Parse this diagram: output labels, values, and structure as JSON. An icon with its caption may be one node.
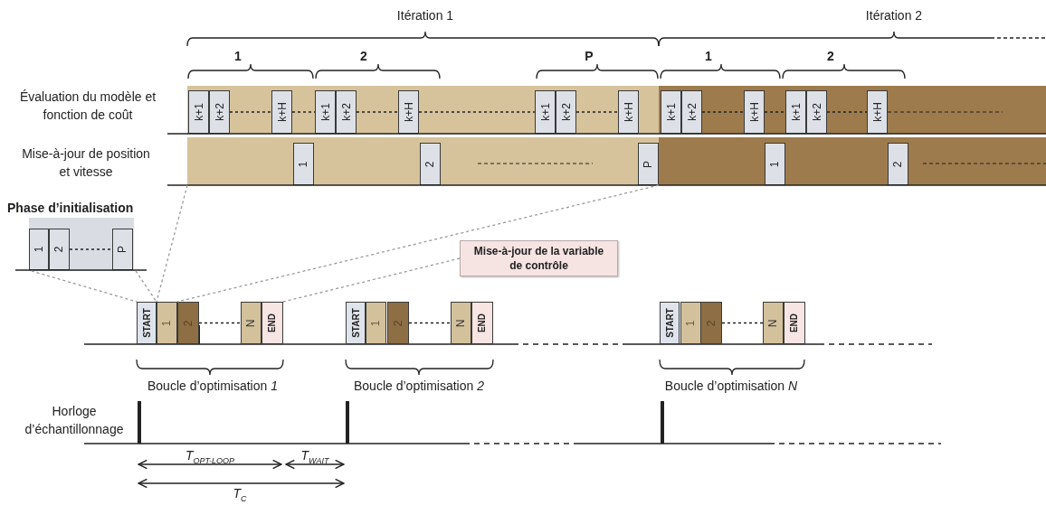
{
  "diagram": {
    "nodes": [
      {
        "text": [],
        "shape": "bar"
      },
      {
        "text": [
          "k+1"
        ],
        "in": 0
      },
      {
        "text": [
          "k+2"
        ],
        "in": 0
      },
      {
        "text": [
          "k+H"
        ],
        "in": 0
      },
      {
        "text": [
          "k+1"
        ],
        "in": 0
      },
      {
        "text": [
          "k+2"
        ],
        "in": 0
      },
      {
        "text": [
          "k+H"
        ],
        "in": 0
      },
      {
        "text": [
          "k+1"
        ],
        "in": 0
      },
      {
        "text": [
          "k+2"
        ],
        "in": 0
      },
      {
        "text": [
          "k+H"
        ],
        "in": 0
      },
      {
        "text": [],
        "shape": "bar"
      },
      {
        "text": [
          "k+1"
        ],
        "in": 10
      },
      {
        "text": [
          "k+2"
        ],
        "in": 10
      },
      {
        "text": [
          "k+H"
        ],
        "in": 10
      },
      {
        "text": [
          "k+1"
        ],
        "in": 10
      },
      {
        "text": [
          "k+2"
        ],
        "in": 10
      },
      {
        "text": [
          "k+H"
        ],
        "in": 10
      },
      {
        "text": [],
        "shape": "bar"
      },
      {
        "text": [
          "1"
        ],
        "in": 17
      },
      {
        "text": [
          "2"
        ],
        "in": 17
      },
      {
        "text": [
          "P"
        ],
        "in": 17
      },
      {
        "text": [],
        "shape": "bar"
      },
      {
        "text": [
          "1"
        ],
        "in": 21
      },
      {
        "text": [
          "2"
        ],
        "in": 21
      },
      {
        "text": [
          "Phase d’initialisation"
        ]
      },
      {
        "text": [
          "1"
        ],
        "in": 24
      },
      {
        "text": [
          "2"
        ],
        "in": 24
      },
      {
        "text": [
          "P"
        ],
        "in": 24
      },
      {
        "text": [
          "Mise-à-jour de la variable de contrôle"
        ]
      },
      {
        "text": [
          "START"
        ]
      },
      {
        "text": [
          "1"
        ]
      },
      {
        "text": [
          "2"
        ]
      },
      {
        "text": [
          "N"
        ]
      },
      {
        "text": [
          "END"
        ]
      },
      {
        "text": [
          "START"
        ]
      },
      {
        "text": [
          "1"
        ]
      },
      {
        "text": [
          "2"
        ]
      },
      {
        "text": [
          "N"
        ]
      },
      {
        "text": [
          "END"
        ]
      },
      {
        "text": [
          "START"
        ]
      },
      {
        "text": [
          "1"
        ]
      },
      {
        "text": [
          "2"
        ]
      },
      {
        "text": [
          "N"
        ]
      },
      {
        "text": [
          "END"
        ]
      }
    ],
    "edges": [
      {
        "from": 24,
        "to": 29,
        "arrow": "none",
        "style": "dashed",
        "color": "#9a9a9a"
      },
      {
        "from": 24,
        "to": 29,
        "arrow": "none",
        "style": "dashed",
        "color": "#9a9a9a"
      },
      {
        "from": 17,
        "to": 30,
        "arrow": "none",
        "style": "dashed",
        "color": "#9a9a9a"
      },
      {
        "from": 17,
        "to": 30,
        "arrow": "none",
        "style": "dashed",
        "color": "#9a9a9a"
      },
      {
        "from": 28,
        "to": 33,
        "arrow": "none",
        "style": "dashed",
        "color": "#9a9a9a"
      },
      {
        "from": 2,
        "to": 3,
        "arrow": "none",
        "style": "dashed"
      },
      {
        "from": 3,
        "to": 4,
        "arrow": "none",
        "style": "dashed"
      },
      {
        "from": 5,
        "to": 6,
        "arrow": "none",
        "style": "dashed"
      },
      {
        "from": 6,
        "to": 7,
        "arrow": "none",
        "style": "dashed"
      },
      {
        "from": 8,
        "to": 9,
        "arrow": "none",
        "style": "dashed"
      },
      {
        "from": 12,
        "to": 13,
        "arrow": "none",
        "style": "dashed"
      },
      {
        "from": 13,
        "to": 14,
        "arrow": "none",
        "style": "dashed"
      },
      {
        "from": 15,
        "to": 16,
        "arrow": "none",
        "style": "dashed"
      },
      {
        "from": 26,
        "to": 27,
        "arrow": "none",
        "style": "dashed"
      },
      {
        "from": 31,
        "to": 32,
        "arrow": "none",
        "style": "dashed"
      },
      {
        "from": 36,
        "to": 37,
        "arrow": "none",
        "style": "dashed"
      },
      {
        "from": 41,
        "to": 42,
        "arrow": "none",
        "style": "dashed"
      }
    ],
    "labels": [
      "Itération 1",
      "Itération 2",
      "1",
      "2",
      "P",
      "1",
      "2",
      "Évaluation du modèle et fonction de coût",
      "Mise-à-jour de position et vitesse",
      "Boucle d’optimisation *1*",
      "Boucle d’optimisation *2*",
      "Boucle d’optimisation *N*",
      "Horloge d’échantillonnage",
      "T$_{OPT-LOOP}$",
      "T$_{WAIT}$",
      "T$_{C}$"
    ]
  }
}
